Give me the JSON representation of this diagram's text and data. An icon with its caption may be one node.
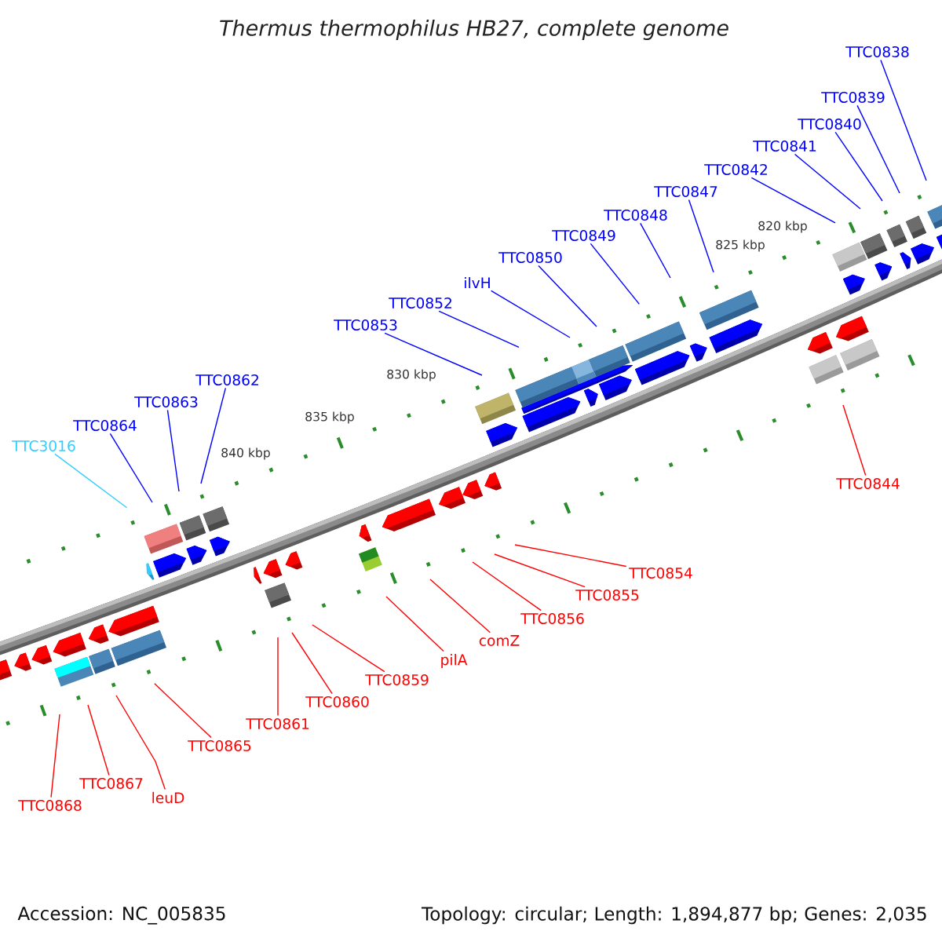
{
  "diagram": {
    "title": "Thermus thermophilus HB27, complete genome",
    "nodes": [
      {
        "text": [
          "TTC0838"
        ]
      },
      {
        "text": [
          "TTC0839"
        ]
      },
      {
        "text": [
          "TTC0840"
        ]
      },
      {
        "text": [
          "TTC0841"
        ]
      },
      {
        "text": [
          "TTC0842"
        ]
      },
      {
        "text": [
          "TTC0847"
        ]
      },
      {
        "text": [
          "TTC0848"
        ]
      },
      {
        "text": [
          "TTC0849"
        ]
      },
      {
        "text": [
          "TTC0850"
        ]
      },
      {
        "text": [
          "ilvH"
        ]
      },
      {
        "text": [
          "TTC0852"
        ]
      },
      {
        "text": [
          "TTC0853"
        ]
      },
      {
        "text": [
          "TTC0862"
        ]
      },
      {
        "text": [
          "TTC0863"
        ]
      },
      {
        "text": [
          "TTC0864"
        ]
      },
      {
        "text": [
          "TTC3016"
        ]
      },
      {
        "text": [
          "TTC0844"
        ]
      },
      {
        "text": [
          "TTC0854"
        ]
      },
      {
        "text": [
          "TTC0855"
        ]
      },
      {
        "text": [
          "TTC0856"
        ]
      },
      {
        "text": [
          "comZ"
        ]
      },
      {
        "text": [
          "pilA"
        ]
      },
      {
        "text": [
          "TTC0859"
        ]
      },
      {
        "text": [
          "TTC0860"
        ]
      },
      {
        "text": [
          "TTC0861"
        ]
      },
      {
        "text": [
          "TTC0865"
        ]
      },
      {
        "text": [
          "TTC0867"
        ]
      },
      {
        "text": [
          "leuD"
        ]
      },
      {
        "text": [
          "TTC0868"
        ]
      }
    ],
    "edges": [
      {
        "from": 0,
        "to": null,
        "arrow": "none"
      },
      {
        "from": 1,
        "to": null,
        "arrow": "none"
      },
      {
        "from": 2,
        "to": null,
        "arrow": "none"
      },
      {
        "from": 3,
        "to": null,
        "arrow": "none"
      },
      {
        "from": 4,
        "to": null,
        "arrow": "none"
      },
      {
        "from": 5,
        "to": null,
        "arrow": "none"
      },
      {
        "from": 6,
        "to": null,
        "arrow": "none"
      },
      {
        "from": 7,
        "to": null,
        "arrow": "none"
      },
      {
        "from": 8,
        "to": null,
        "arrow": "none"
      },
      {
        "from": 9,
        "to": null,
        "arrow": "none"
      },
      {
        "from": 10,
        "to": null,
        "arrow": "none"
      },
      {
        "from": 11,
        "to": null,
        "arrow": "none"
      },
      {
        "from": 12,
        "to": null,
        "arrow": "none"
      },
      {
        "from": 13,
        "to": null,
        "arrow": "none"
      },
      {
        "from": 14,
        "to": null,
        "arrow": "none"
      },
      {
        "from": 15,
        "to": null,
        "arrow": "none",
        "color": "#33ccff"
      },
      {
        "from": 16,
        "to": null,
        "arrow": "none",
        "color": "#ff0000"
      },
      {
        "from": 17,
        "to": null,
        "arrow": "none",
        "color": "#ff0000"
      },
      {
        "from": 18,
        "to": null,
        "arrow": "none",
        "color": "#ff0000"
      },
      {
        "from": 19,
        "to": null,
        "arrow": "none",
        "color": "#ff0000"
      },
      {
        "from": 20,
        "to": null,
        "arrow": "none",
        "color": "#ff0000"
      },
      {
        "from": 21,
        "to": null,
        "arrow": "none",
        "color": "#ff0000"
      },
      {
        "from": 22,
        "to": null,
        "arrow": "none",
        "color": "#ff0000"
      },
      {
        "from": 23,
        "to": null,
        "arrow": "none",
        "color": "#ff0000"
      },
      {
        "from": 24,
        "to": null,
        "arrow": "none",
        "color": "#ff0000"
      },
      {
        "from": 25,
        "to": null,
        "arrow": "none",
        "color": "#ff0000"
      },
      {
        "from": 26,
        "to": null,
        "arrow": "none",
        "color": "#ff0000"
      },
      {
        "from": 27,
        "to": null,
        "arrow": "none",
        "color": "#ff0000"
      },
      {
        "from": 28,
        "to": null,
        "arrow": "none",
        "color": "#ff0000"
      }
    ],
    "labels": [
      "820 kbp",
      "825 kbp",
      "830 kbp",
      "835 kbp",
      "840 kbp",
      "Accession: NC_005835",
      "Topology: circular; Length: 1,894,877 bp; Genes: 2,035"
    ]
  }
}
